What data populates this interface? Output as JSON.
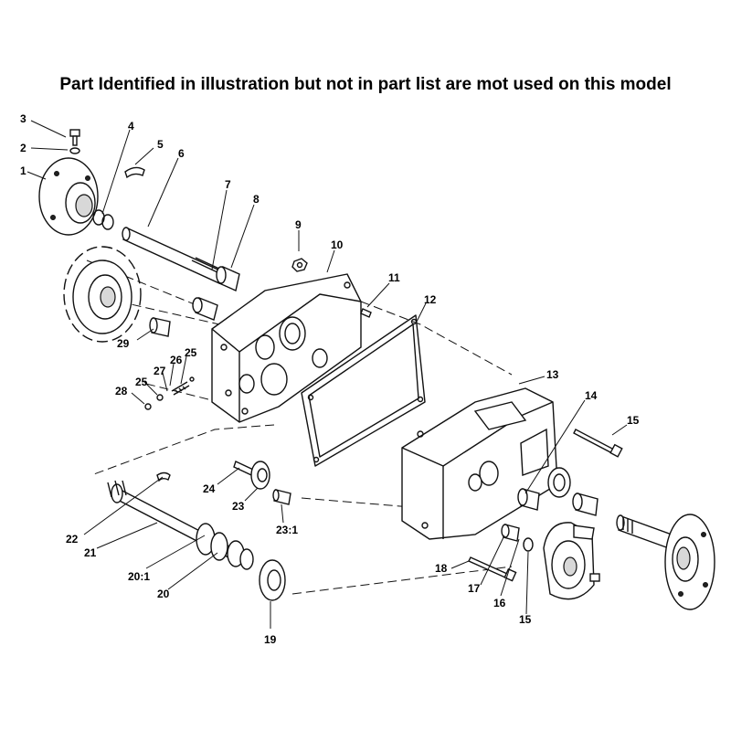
{
  "header": {
    "note": "Part Identified in illustration but not in part list are mot used on this model"
  },
  "callouts": [
    "1",
    "2",
    "3",
    "4",
    "5",
    "6",
    "7",
    "8",
    "9",
    "10",
    "11",
    "12",
    "13",
    "14",
    "15",
    "15",
    "16",
    "17",
    "18",
    "19",
    "20",
    "20:1",
    "21",
    "22",
    "23",
    "23:1",
    "24",
    "25",
    "25",
    "26",
    "27",
    "28",
    "29"
  ]
}
